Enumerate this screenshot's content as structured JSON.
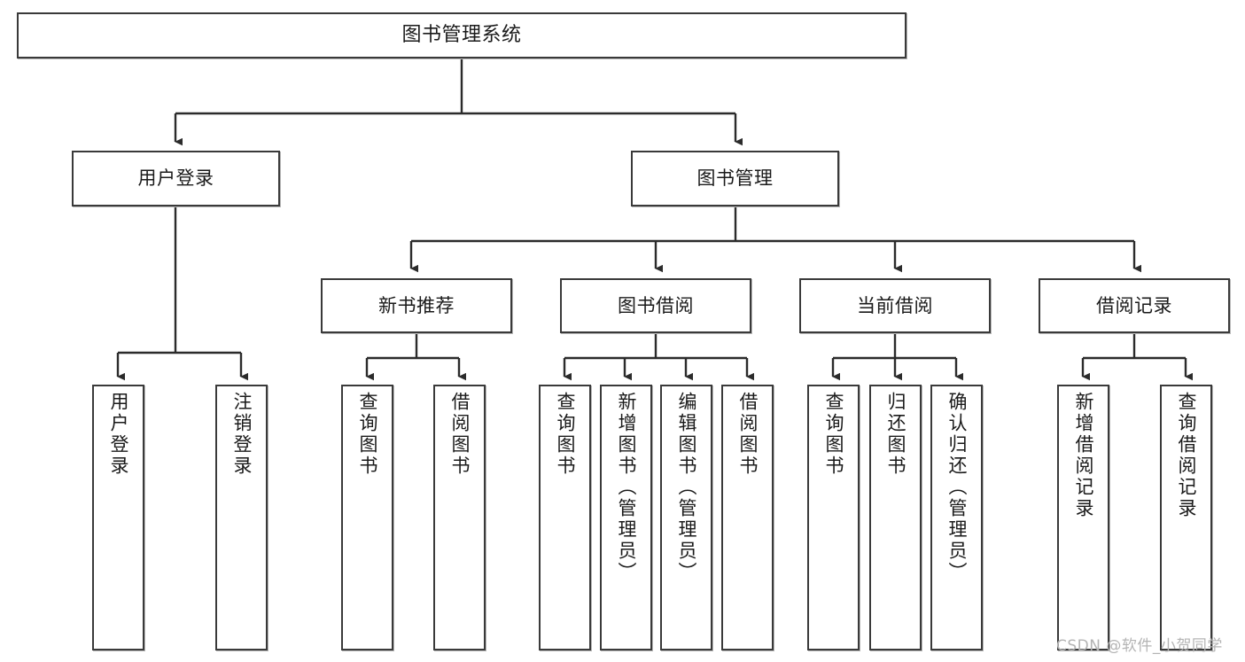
{
  "diagram": {
    "title": "图书管理系统",
    "type": "hierarchy-tree",
    "colors": {
      "box_border": "#3a3a3a",
      "box_fill": "#ffffff",
      "connector": "#2b2b2b",
      "text": "#1a1a1a",
      "watermark": "#b4b4b4"
    },
    "levels": {
      "root": {
        "label": "图书管理系统"
      },
      "level2": [
        {
          "id": "user-login",
          "label": "用户登录"
        },
        {
          "id": "book-management",
          "label": "图书管理"
        }
      ],
      "level3": [
        {
          "id": "new-book-recommend",
          "label": "新书推荐"
        },
        {
          "id": "book-borrow",
          "label": "图书借阅"
        },
        {
          "id": "current-borrow",
          "label": "当前借阅"
        },
        {
          "id": "borrow-record",
          "label": "借阅记录"
        }
      ],
      "leaves": {
        "user_login": [
          {
            "id": "leaf-user-login",
            "label": "用户登录"
          },
          {
            "id": "leaf-user-logout",
            "label": "注销登录"
          }
        ],
        "new_book_recommend": [
          {
            "id": "leaf-query-book-1",
            "label": "查询图书"
          },
          {
            "id": "leaf-borrow-book-1",
            "label": "借阅图书"
          }
        ],
        "book_borrow": [
          {
            "id": "leaf-query-book-2",
            "label": "查询图书"
          },
          {
            "id": "leaf-add-book",
            "label": "新增图书（管理员）"
          },
          {
            "id": "leaf-edit-book",
            "label": "编辑图书（管理员）"
          },
          {
            "id": "leaf-borrow-book-2",
            "label": "借阅图书"
          }
        ],
        "current_borrow": [
          {
            "id": "leaf-query-book-3",
            "label": "查询图书"
          },
          {
            "id": "leaf-return-book",
            "label": "归还图书"
          },
          {
            "id": "leaf-confirm-return",
            "label": "确认归还（管理员）"
          }
        ],
        "borrow_record": [
          {
            "id": "leaf-add-record",
            "label": "新增借阅记录"
          },
          {
            "id": "leaf-query-record",
            "label": "查询借阅记录"
          }
        ]
      }
    }
  },
  "watermark": {
    "text": "CSDN @软件_小贺同学"
  }
}
